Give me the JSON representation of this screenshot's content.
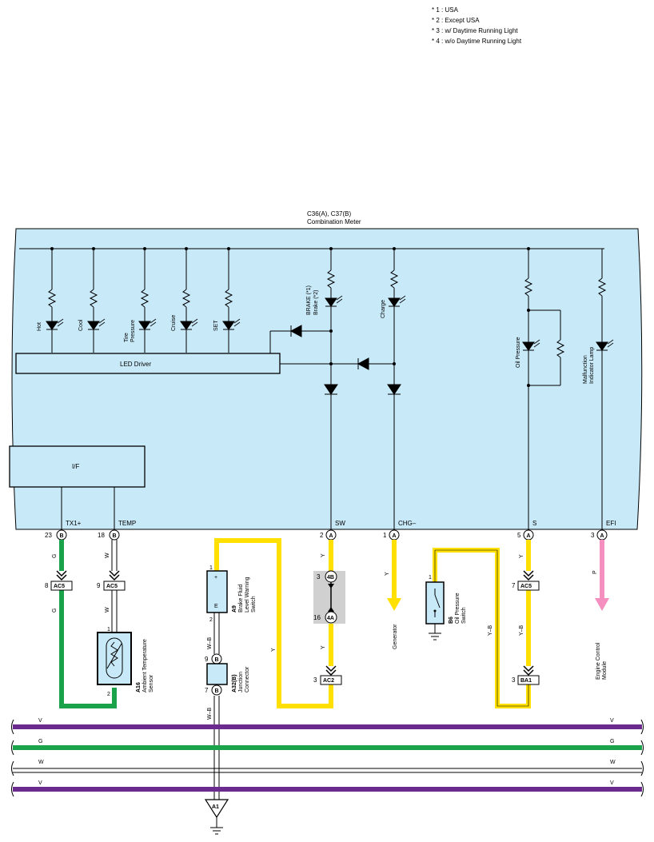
{
  "notes": [
    "* 1 : USA",
    "* 2 : Except USA",
    "* 3 : w/ Daytime Running Light",
    "* 4 : w/o Daytime Running Light"
  ],
  "meter": {
    "code": "C36(A), C37(B)",
    "name": "Combination Meter"
  },
  "blocks": {
    "led_driver": "LED Driver",
    "interface": "I/F"
  },
  "indicators": {
    "hot": "Hot",
    "cool": "Cool",
    "tire1": "Tire",
    "tire2": "Pressure",
    "cruise": "Cruise",
    "set": "SET",
    "brake1": "BRAKE (*1)",
    "brake2": "Brake (*2)",
    "charge": "Charge",
    "oil": "Oil Pressure",
    "mil1": "Malfunction",
    "mil2": "Indicator Lamp"
  },
  "terminals": {
    "tx1": "TX1+",
    "temp": "TEMP",
    "sw": "SW",
    "chg": "CHG–",
    "s": "S",
    "efi": "EFI"
  },
  "pins": {
    "p23": "23",
    "p18": "18",
    "p2": "2",
    "p1": "1",
    "p5": "5",
    "p3": "3",
    "pB1": "B",
    "pB2": "B",
    "pA1": "A",
    "pA2": "A",
    "pA3": "A",
    "pA4": "A"
  },
  "wire_colors_text": {
    "g1": "G",
    "w1": "W",
    "g2": "G",
    "w2": "W",
    "y1": "Y",
    "y2": "Y",
    "y3": "Y",
    "y4": "Y",
    "y5": "Y",
    "yb1": "Y–B",
    "yb2": "Y–B",
    "p1": "P",
    "wb1": "W–B",
    "wb2": "W–B"
  },
  "connectors": {
    "ac5a_pin": "8",
    "ac5a": "AC5",
    "ac5b_pin": "9",
    "ac5b": "AC5",
    "ac5c_pin": "7",
    "ac5c": "AC5",
    "ac2_pin": "3",
    "ac2": "AC2",
    "ba1_pin": "3",
    "ba1": "BA1",
    "j4b_pin": "3",
    "j4b": "4B",
    "j4a_pin": "16",
    "j4a": "4A",
    "jb9_pin": "9",
    "jb9": "B",
    "jb7_pin": "7",
    "jb7": "B",
    "ground": "A1"
  },
  "components": {
    "a16_code": "A16",
    "a16_l1": "Ambient Temperature",
    "a16_l2": "Sensor",
    "a16_pin1": "1",
    "a16_pin2": "2",
    "a9_code": "A9",
    "a9_l1": "Brake Fluid",
    "a9_l2": "Level Warning",
    "a9_l3": "Switch",
    "a9_pin1": "1",
    "a9_pin2": "2",
    "a9_plus": "+",
    "a9_e": "E",
    "a32_code": "A32(B)",
    "a32_l1": "Junction",
    "a32_l2": "Connector",
    "b6_code": "B6",
    "b6_l1": "Oil Pressure",
    "b6_l2": "Switch",
    "b6_pin": "1",
    "generator": "Generator",
    "ecm1": "Engine Control",
    "ecm2": "Module"
  },
  "buses": [
    {
      "label": "V",
      "color": "#6a2a8e"
    },
    {
      "label": "G",
      "color": "#1aa34a"
    },
    {
      "label": "W",
      "color": "#ffffff"
    },
    {
      "label": "V",
      "color": "#6a2a8e"
    }
  ],
  "colors": {
    "meter_fill": "#c8e9f8",
    "yellow": "#ffe000",
    "green": "#1aa34a",
    "pink": "#f48fc0",
    "violet": "#6a2a8e"
  }
}
